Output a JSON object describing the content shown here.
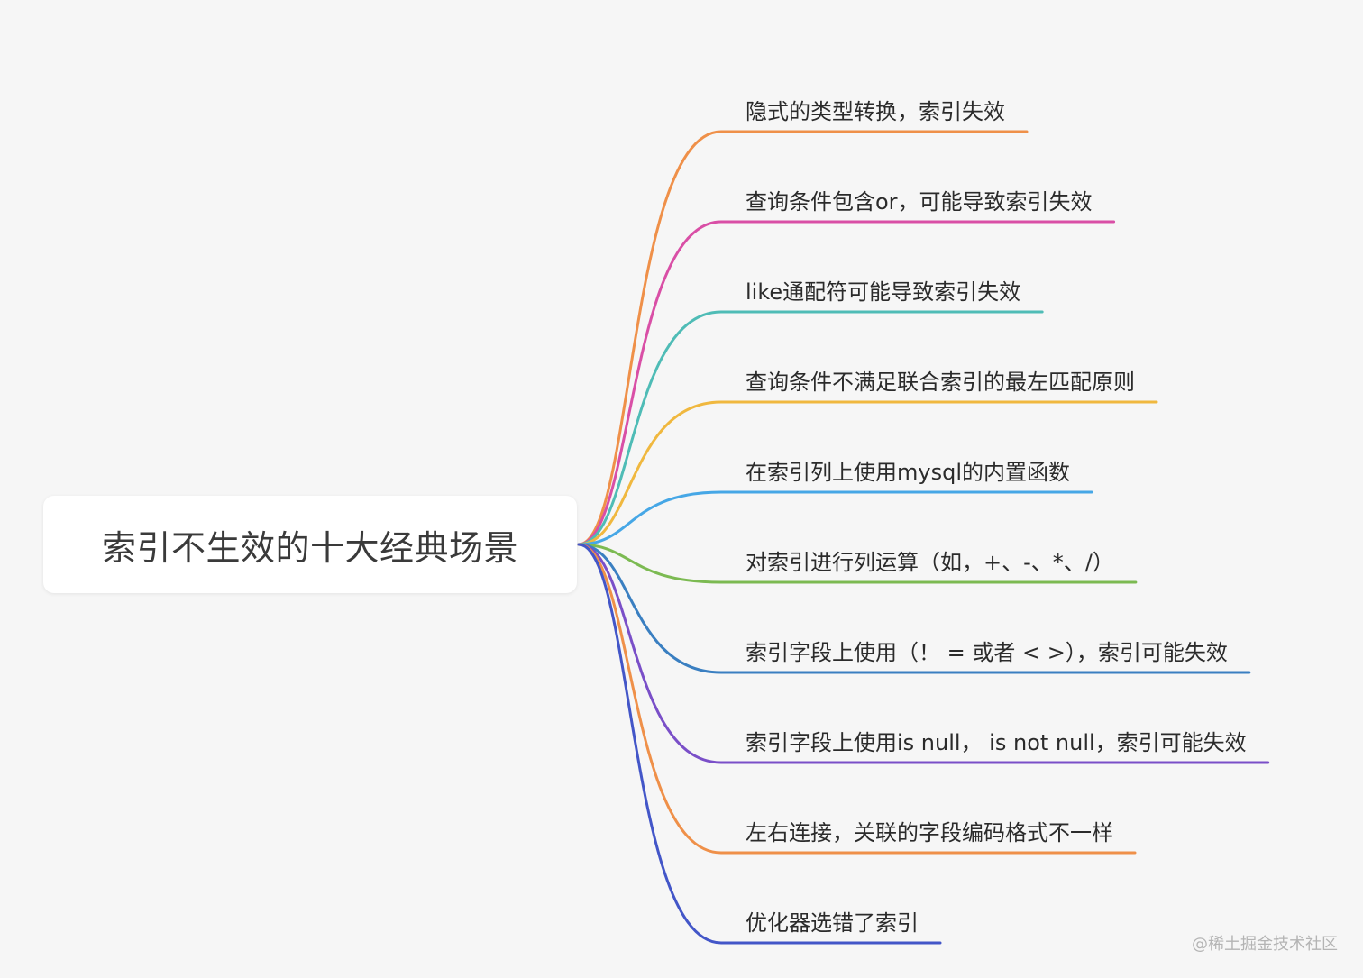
{
  "root": {
    "title": "索引不生效的十大经典场景"
  },
  "branches": [
    {
      "label": "隐式的类型转换，索引失效",
      "color": "#ef9049"
    },
    {
      "label": "查询条件包含or，可能导致索引失效",
      "color": "#d94fa6"
    },
    {
      "label": "like通配符可能导致索引失效",
      "color": "#4fbcb6"
    },
    {
      "label": "查询条件不满足联合索引的最左匹配原则",
      "color": "#f0b83f"
    },
    {
      "label": "在索引列上使用mysql的内置函数",
      "color": "#46a7e6"
    },
    {
      "label": "对索引进行列运算（如，+、-、*、/）",
      "color": "#7cba52"
    },
    {
      "label": "索引字段上使用（！ = 或者 < >），索引可能失效",
      "color": "#3a7fc1"
    },
    {
      "label": "索引字段上使用is null， is not null，索引可能失效",
      "color": "#7a4fc8"
    },
    {
      "label": "左右连接，关联的字段编码格式不一样",
      "color": "#ef9049"
    },
    {
      "label": "优化器选错了索引",
      "color": "#4356c8"
    }
  ],
  "watermark": "@稀土掘金技术社区"
}
